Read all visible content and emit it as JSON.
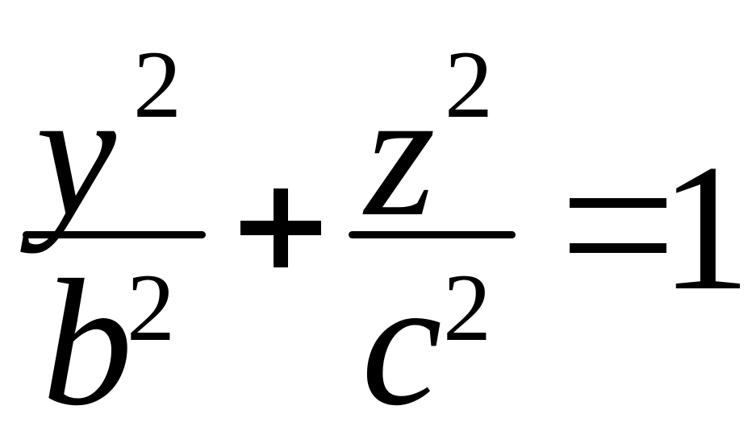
{
  "equation": {
    "term1": {
      "numerator": {
        "base": "y",
        "exponent": "2"
      },
      "denominator": {
        "base": "b",
        "exponent": "2"
      }
    },
    "plus_sign": "+",
    "term2": {
      "numerator": {
        "base": "z",
        "exponent": "2"
      },
      "denominator": {
        "base": "c",
        "exponent": "2"
      }
    },
    "equals_sign": "=",
    "rhs": "1"
  }
}
